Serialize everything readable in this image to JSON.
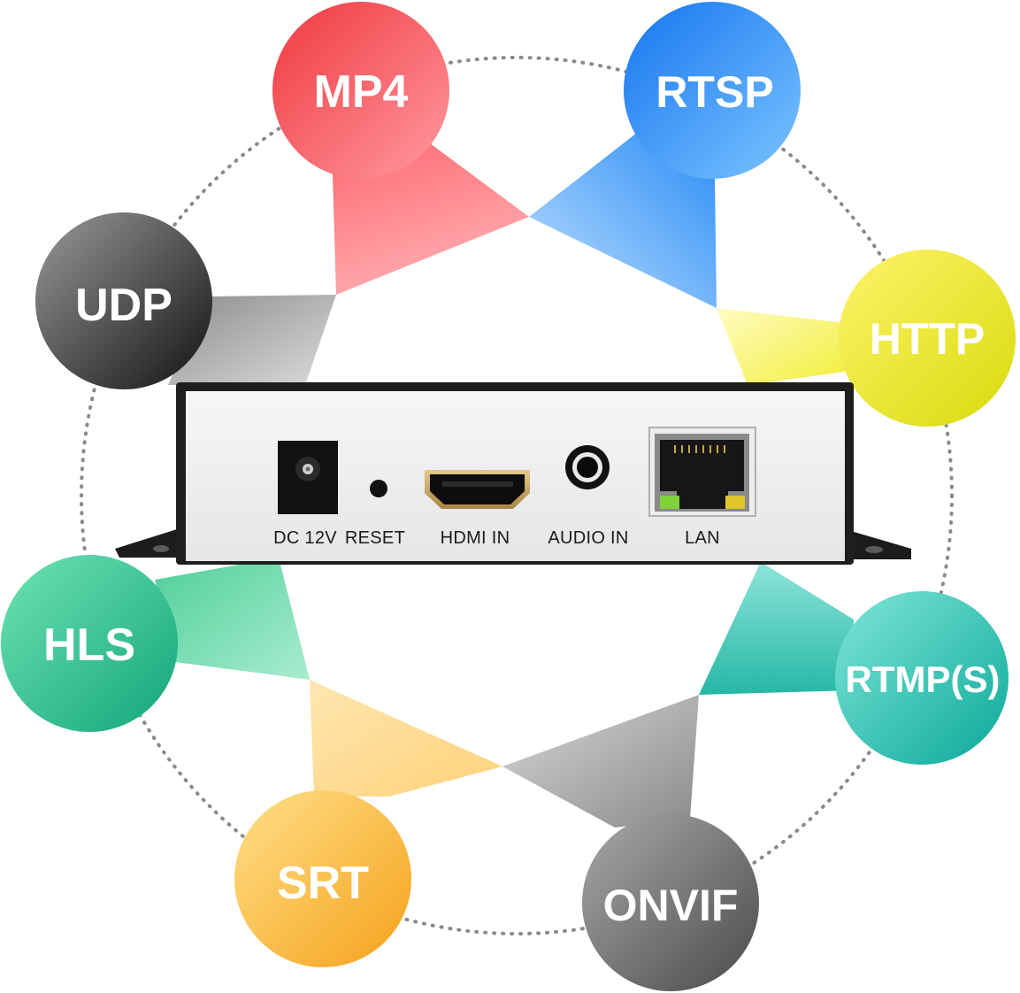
{
  "protocols": [
    {
      "id": "mp4",
      "label": "MP4",
      "color_light": "#ff9aa0",
      "color_dark": "#f0383f"
    },
    {
      "id": "rtsp",
      "label": "RTSP",
      "color_light": "#7cc4ff",
      "color_dark": "#1576f0"
    },
    {
      "id": "http",
      "label": "HTTP",
      "color_light": "#fff36a",
      "color_dark": "#d8db0c"
    },
    {
      "id": "rtmps",
      "label": "RTMP(S)",
      "color_light": "#7fe6d8",
      "color_dark": "#0ba89a"
    },
    {
      "id": "onvif",
      "label": "ONVIF",
      "color_light": "#a9a9a9",
      "color_dark": "#4a4a4a"
    },
    {
      "id": "srt",
      "label": "SRT",
      "color_light": "#ffe08a",
      "color_dark": "#f5a11a"
    },
    {
      "id": "hls",
      "label": "HLS",
      "color_light": "#6fe3b4",
      "color_dark": "#12a57a"
    },
    {
      "id": "udp",
      "label": "UDP",
      "color_light": "#9a9a9a",
      "color_dark": "#121212"
    }
  ],
  "device": {
    "ports": [
      {
        "id": "dc",
        "label": "DC 12V"
      },
      {
        "id": "reset",
        "label": "RESET"
      },
      {
        "id": "hdmi",
        "label": "HDMI IN"
      },
      {
        "id": "audio",
        "label": "AUDIO IN"
      },
      {
        "id": "lan",
        "label": "LAN"
      }
    ]
  }
}
